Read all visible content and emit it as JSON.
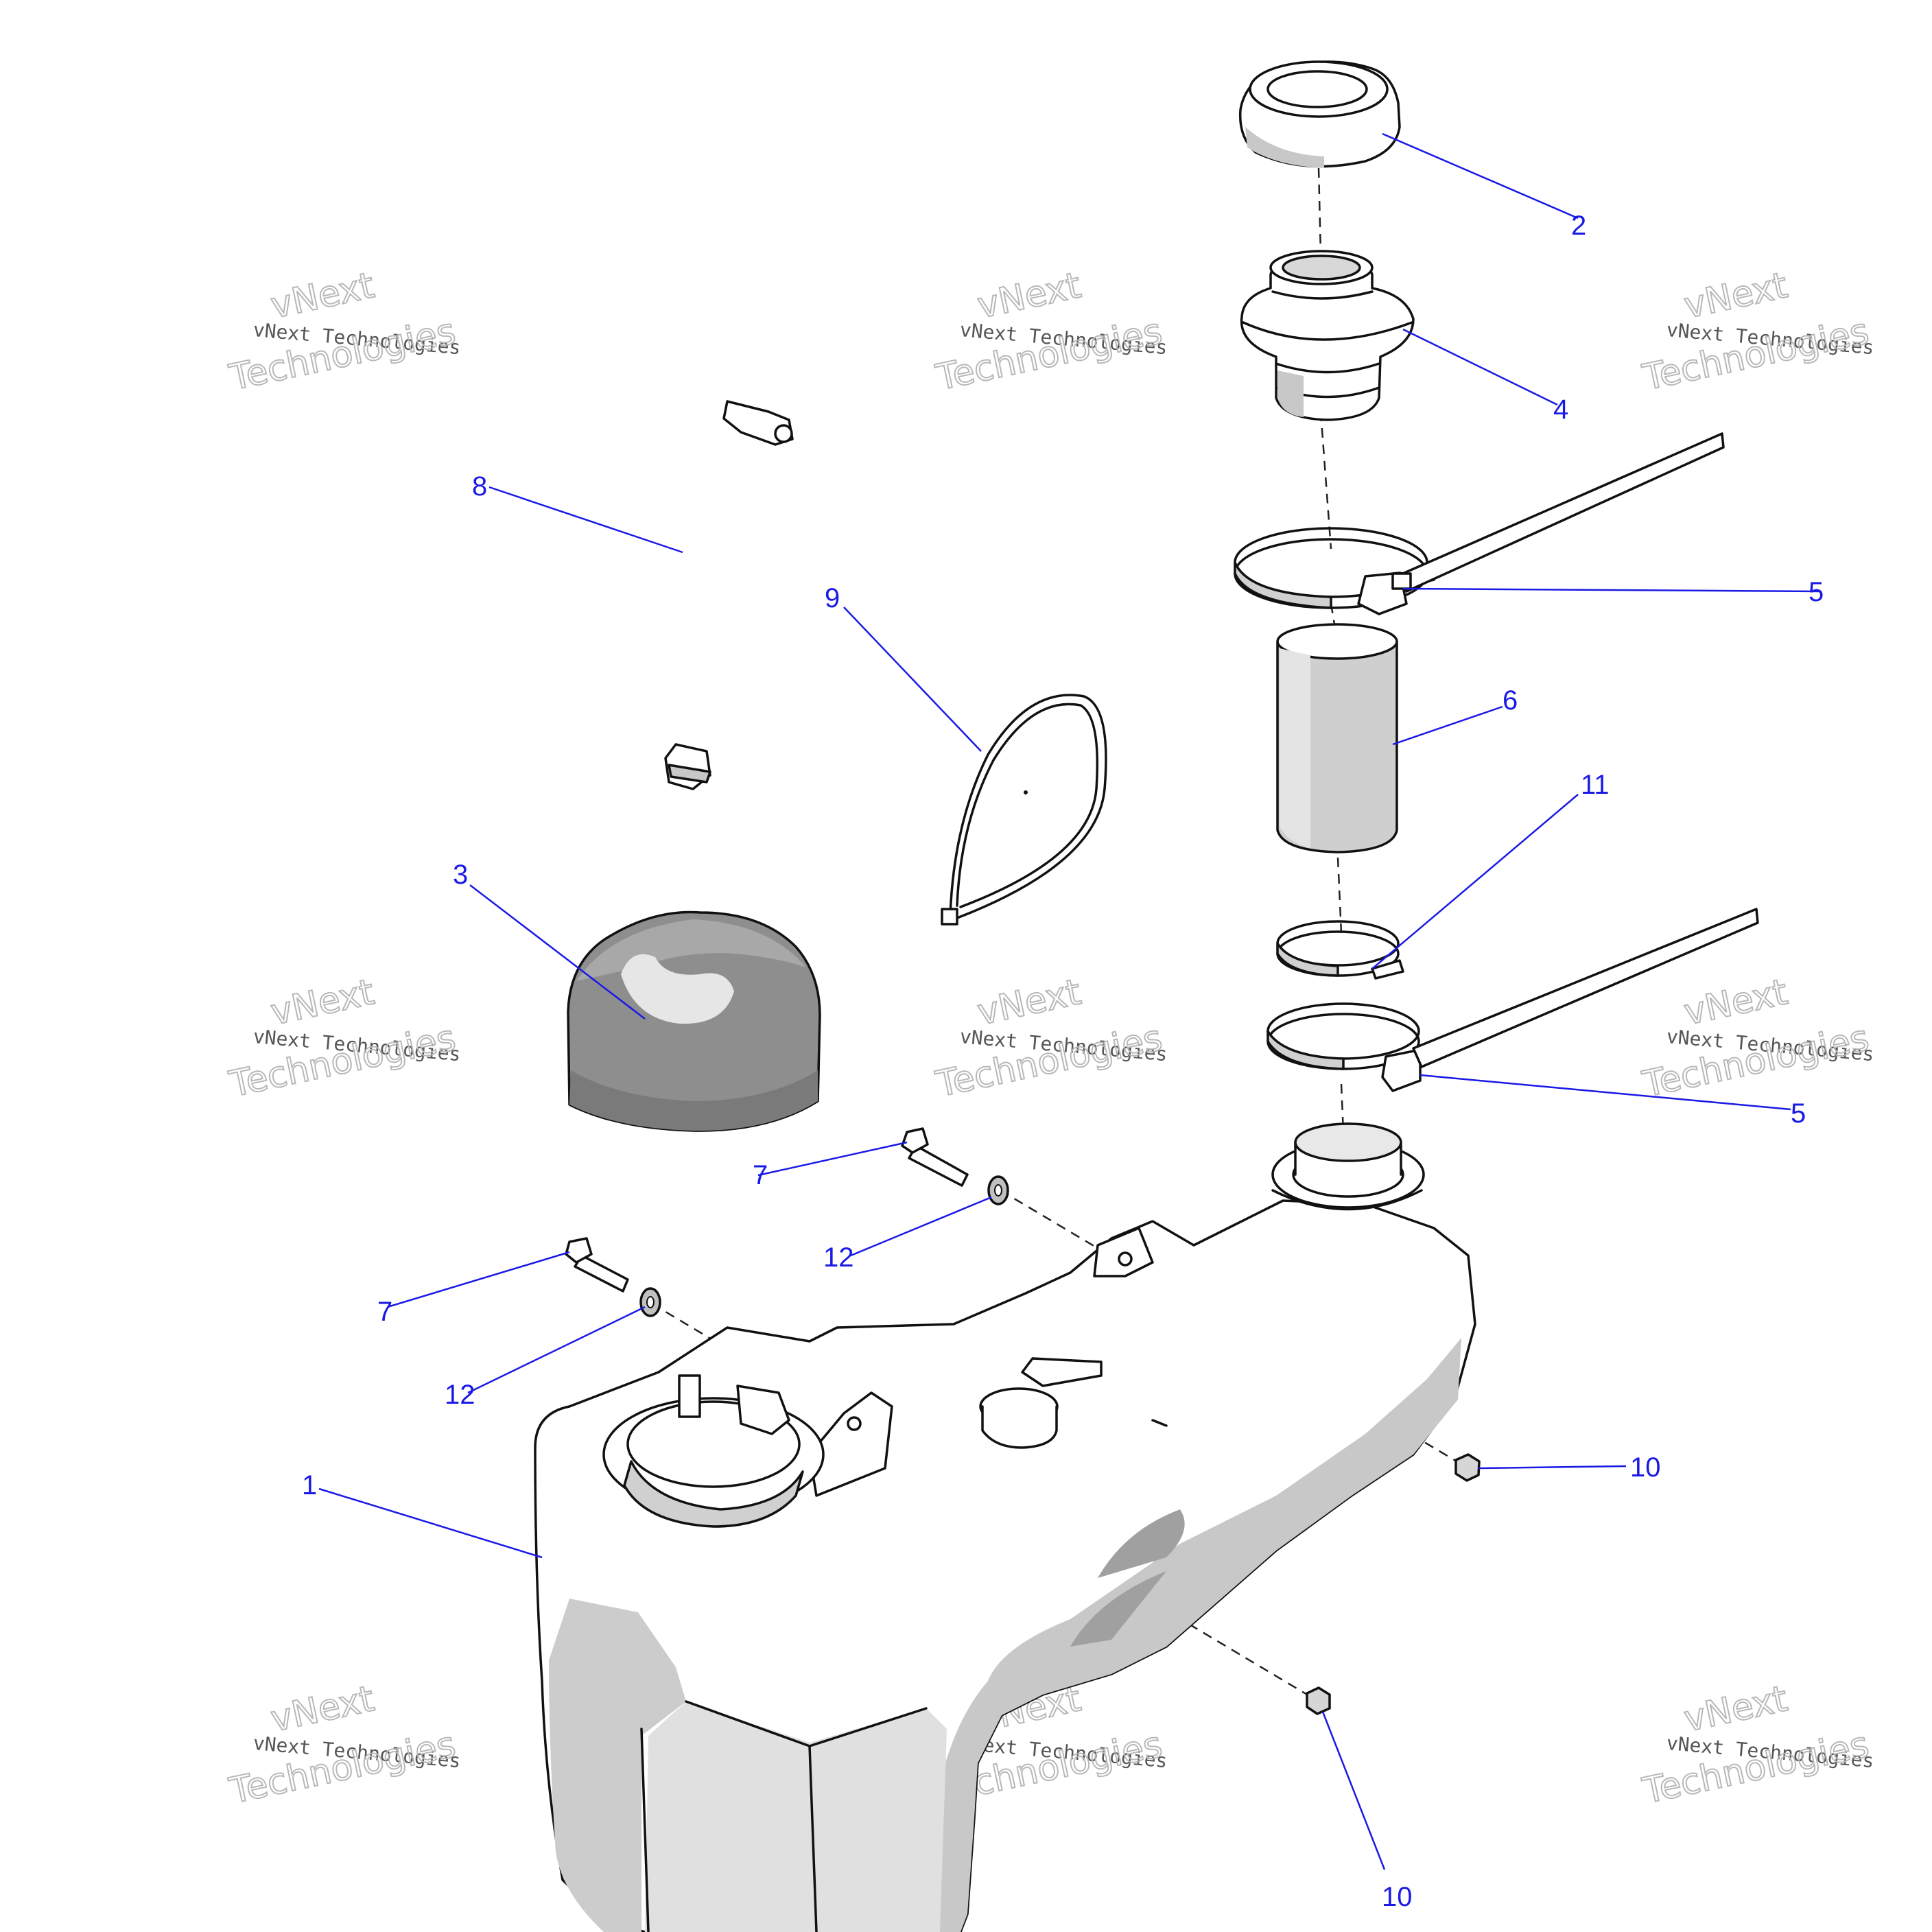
{
  "diagram": {
    "callouts": [
      {
        "id": "2",
        "label": "2"
      },
      {
        "id": "4",
        "label": "4"
      },
      {
        "id": "5a",
        "label": "5"
      },
      {
        "id": "6",
        "label": "6"
      },
      {
        "id": "8",
        "label": "8"
      },
      {
        "id": "9",
        "label": "9"
      },
      {
        "id": "11",
        "label": "11"
      },
      {
        "id": "3",
        "label": "3"
      },
      {
        "id": "5b",
        "label": "5"
      },
      {
        "id": "7a",
        "label": "7"
      },
      {
        "id": "12a",
        "label": "12"
      },
      {
        "id": "7b",
        "label": "7"
      },
      {
        "id": "12b",
        "label": "12"
      },
      {
        "id": "1",
        "label": "1"
      },
      {
        "id": "10a",
        "label": "10"
      },
      {
        "id": "10b",
        "label": "10"
      }
    ],
    "watermark": {
      "small": "vNext Technologies",
      "big_line1": "vNext",
      "big_line2": "Technologies"
    },
    "colors": {
      "callout": "#1a1ae6",
      "outline": "#111111",
      "part_fill": "#ffffff",
      "shade": "#c8c8c8",
      "dark_shade": "#8e8e8e"
    }
  }
}
